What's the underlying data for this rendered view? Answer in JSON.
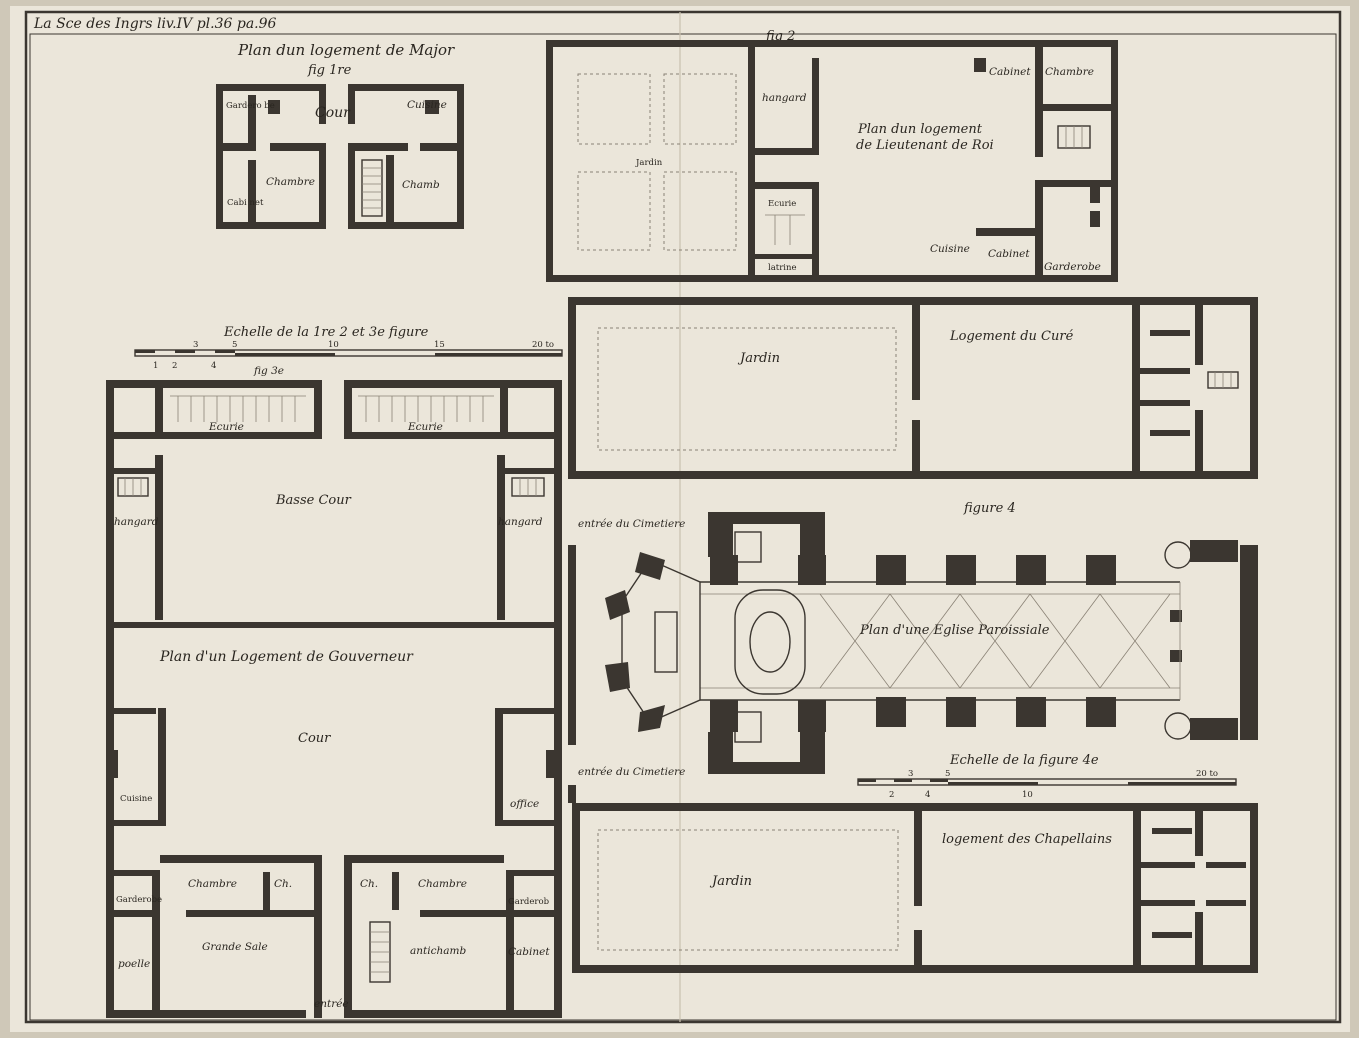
{
  "plate": {
    "header": "La Sce des Ingrs liv.IV pl.36 pa.96",
    "paper_color": "#ebe6da",
    "ink_color": "#3b3630"
  },
  "fig1": {
    "title_line1": "Plan dun logement de Major",
    "title_line2": "fig 1re",
    "rooms": [
      "Gardero be",
      "Cour",
      "Cuisine",
      "Chambre",
      "Chamb",
      "Cabi net"
    ]
  },
  "fig2": {
    "label": "fig 2",
    "title_line1": "Plan dun logement",
    "title_line2": "de Lieutenant de Roi",
    "rooms": [
      "Jardin",
      "hangard",
      "Cabinet",
      "Chambre",
      "Ecurie",
      "latrine",
      "Cuisine",
      "Cabinet",
      "Garderobe"
    ]
  },
  "scale_a": {
    "title": "Echelle de la 1re 2 et 3e figure",
    "ticks_top": [
      "3",
      "5",
      "10",
      "15",
      "20 to"
    ],
    "ticks_bottom": [
      "1",
      "2",
      "4"
    ]
  },
  "fig3": {
    "label": "fig 3e",
    "title": "Plan d'un Logement de Gouverneur",
    "rooms": [
      "Ecurie",
      "Ecurie",
      "Basse Cour",
      "hangard",
      "hangard",
      "Cour",
      "Cuisine",
      "office",
      "Chambre",
      "Ch.",
      "Ch.",
      "Chambre",
      "Garderobe",
      "Garderob",
      "Grande Sale",
      "poelle",
      "antichamb",
      "Cabinet",
      "entrée"
    ]
  },
  "fig4": {
    "label": "figure 4",
    "title": "Plan d'une Eglise Paroissiale",
    "rooms": [
      "Jardin",
      "Logement du Curé",
      "entrée du Cimetiere",
      "entrée du Cimetiere",
      "Jardin",
      "logement des Chapellains"
    ]
  },
  "scale_b": {
    "title": "Echelle de la figure 4e",
    "ticks_top": [
      "3",
      "5",
      "20 to"
    ],
    "ticks_bottom": [
      "2",
      "4",
      "10"
    ]
  }
}
